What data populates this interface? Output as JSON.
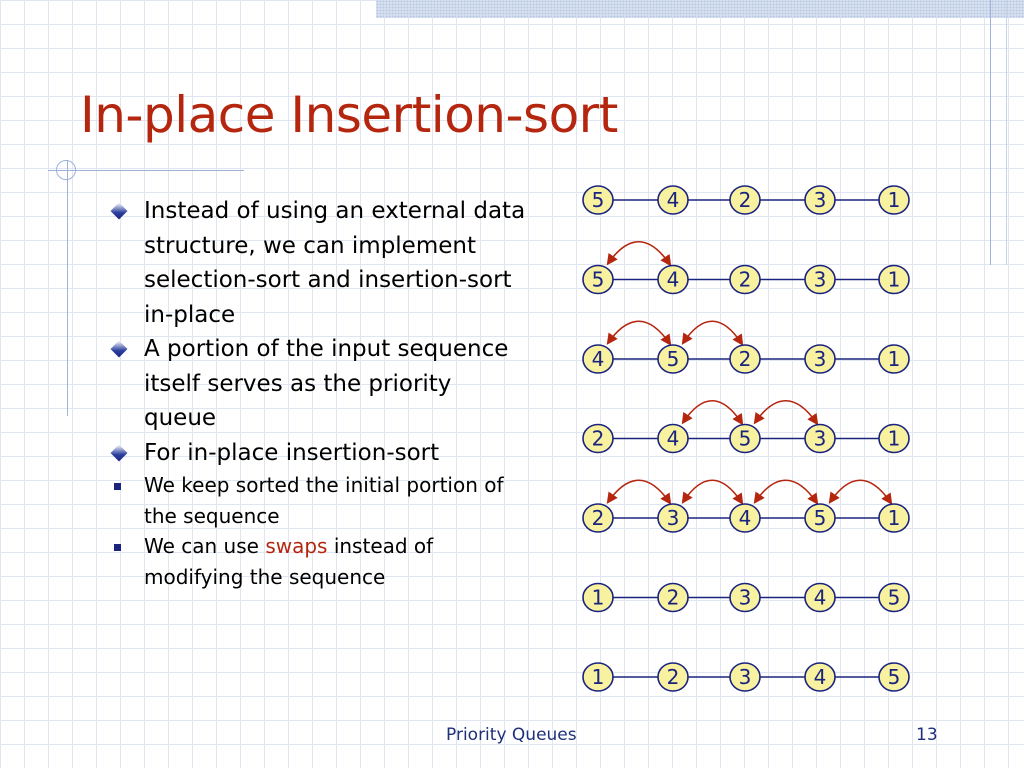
{
  "slide": {
    "title": "In-place Insertion-sort",
    "footer_title": "Priority Queues",
    "page_number": "13"
  },
  "bullets": [
    {
      "text": "Instead of using an external data structure, we can implement selection-sort and insertion-sort in-place"
    },
    {
      "text": "A portion of the input sequence itself serves as the priority queue"
    },
    {
      "text": "For in-place insertion-sort"
    }
  ],
  "sub_bullets": [
    {
      "text": "We keep sorted the initial portion of the sequence"
    },
    {
      "text_before": "We can use ",
      "highlight": "swaps",
      "text_after": "instead of modifying the sequence"
    }
  ],
  "diagram": {
    "rows": [
      {
        "values": [
          "5",
          "4",
          "2",
          "3",
          "1"
        ],
        "swap_arcs": []
      },
      {
        "values": [
          "5",
          "4",
          "2",
          "3",
          "1"
        ],
        "swap_arcs": [
          [
            0,
            1
          ]
        ]
      },
      {
        "values": [
          "4",
          "5",
          "2",
          "3",
          "1"
        ],
        "swap_arcs": [
          [
            0,
            1
          ],
          [
            1,
            2
          ]
        ]
      },
      {
        "values": [
          "2",
          "4",
          "5",
          "3",
          "1"
        ],
        "swap_arcs": [
          [
            1,
            2
          ],
          [
            2,
            3
          ]
        ]
      },
      {
        "values": [
          "2",
          "3",
          "4",
          "5",
          "1"
        ],
        "swap_arcs": [
          [
            0,
            1
          ],
          [
            1,
            2
          ],
          [
            2,
            3
          ],
          [
            3,
            4
          ]
        ]
      },
      {
        "values": [
          "1",
          "2",
          "3",
          "4",
          "5"
        ],
        "swap_arcs": []
      },
      {
        "values": [
          "1",
          "2",
          "3",
          "4",
          "5"
        ],
        "swap_arcs": []
      }
    ],
    "colors": {
      "node_fill": "#f8f2a0",
      "node_stroke": "#1a237e",
      "arc": "#b5260f",
      "text": "#1a237e"
    }
  }
}
